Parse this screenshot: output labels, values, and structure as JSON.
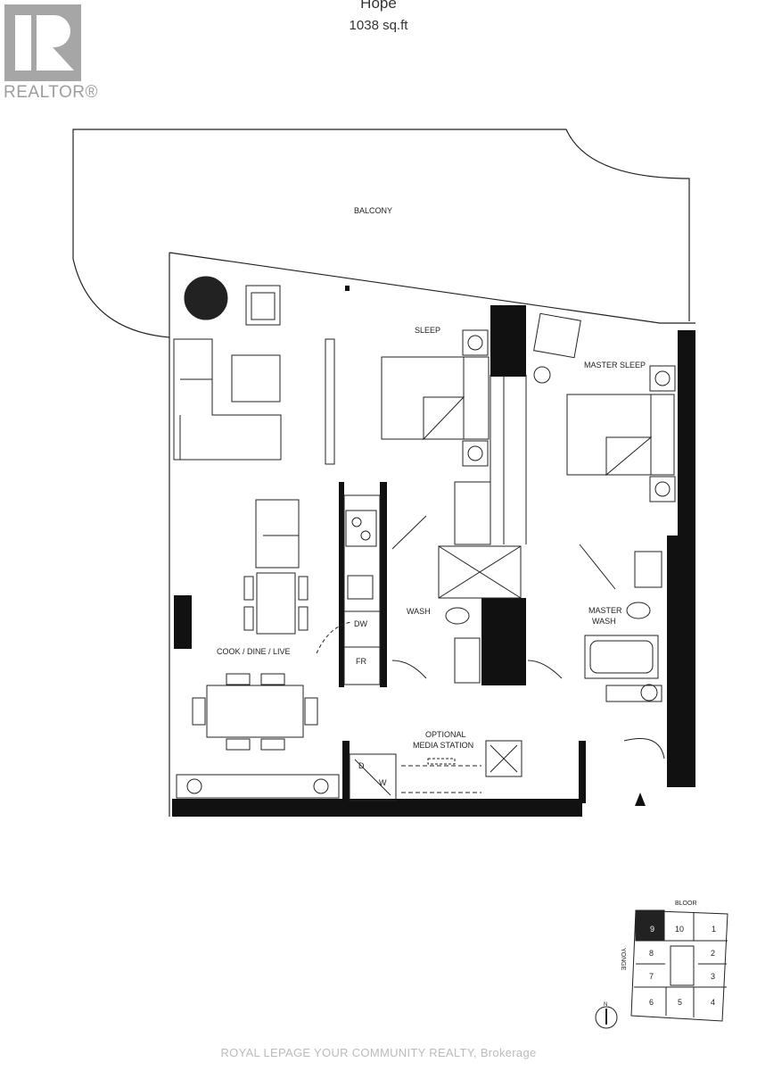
{
  "header": {
    "title": "Hope",
    "area": "1038 sq.ft"
  },
  "logo": {
    "text": "REALTOR®",
    "color": "#a6a6a6"
  },
  "rooms": {
    "balcony": "BALCONY",
    "sleep": "SLEEP",
    "master_sleep": "MASTER SLEEP",
    "wash": "WASH",
    "master_wash": "MASTER",
    "master_wash_2": "WASH",
    "cook_dine_live": "COOK / DINE / LIVE",
    "media_station_1": "OPTIONAL",
    "media_station_2": "MEDIA STATION"
  },
  "appliances": {
    "dw": "DW",
    "fr": "FR",
    "d": "D",
    "w": "W"
  },
  "key_plan": {
    "street_top": "BLOOR",
    "street_left": "YONGE",
    "units": [
      "1",
      "2",
      "3",
      "4",
      "5",
      "6",
      "7",
      "8",
      "9",
      "10"
    ],
    "highlighted_unit": "9",
    "north": "N"
  },
  "watermark": "ROYAL LEPAGE YOUR COMMUNITY REALTY, Brokerage"
}
